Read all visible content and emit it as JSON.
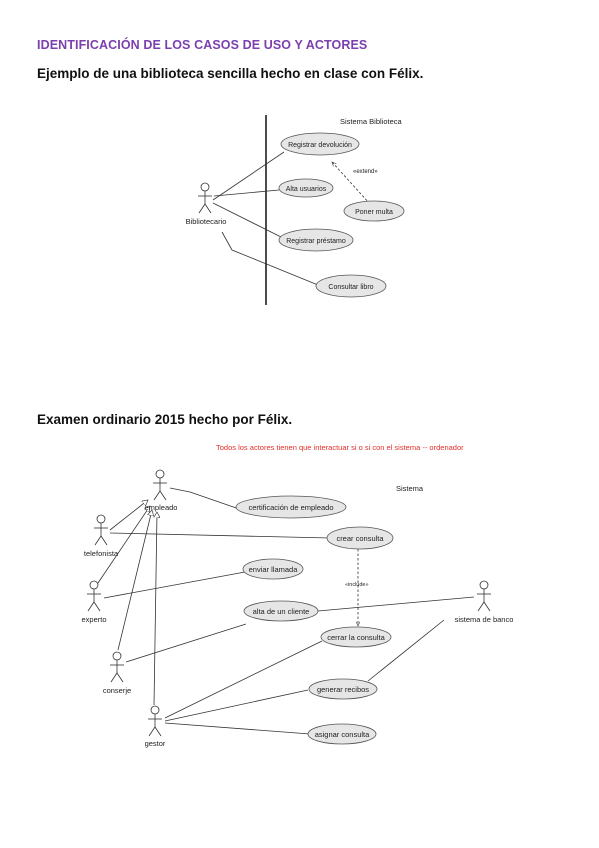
{
  "heading": "IDENTIFICACIÓN DE LOS CASOS DE USO Y ACTORES",
  "example1": {
    "caption": "Ejemplo de una biblioteca sencilla hecho en clase con Félix.",
    "system_label": "Sistema Biblioteca",
    "actor": "Bibliotecario",
    "use_cases": {
      "devolucion": "Registrar devolución",
      "alta": "Alta usuarios",
      "prestamo": "Registrar préstamo",
      "consultar": "Consultar libro",
      "multa": "Poner multa"
    },
    "extend_label": "«extend»"
  },
  "example2": {
    "caption": "Examen ordinario 2015 hecho por Félix.",
    "note": "Todos los actores tienen que interactuar si o si con el sistema -- ordenador",
    "system_label": "Sistema",
    "actors": {
      "empleado": "empleado",
      "telefonista": "telefonista",
      "experto": "experto",
      "conserje": "conserje",
      "gestor": "gestor",
      "banco": "sistema de banco"
    },
    "use_cases": {
      "certificacion": "certificación de empleado",
      "crear": "crear consulta",
      "enviar": "enviar llamada",
      "alta_cliente": "alta de un cliente",
      "cerrar": "cerrar la consulta",
      "generar": "generar recibos",
      "asignar": "asignar consulta"
    },
    "include_label": "«include»"
  }
}
